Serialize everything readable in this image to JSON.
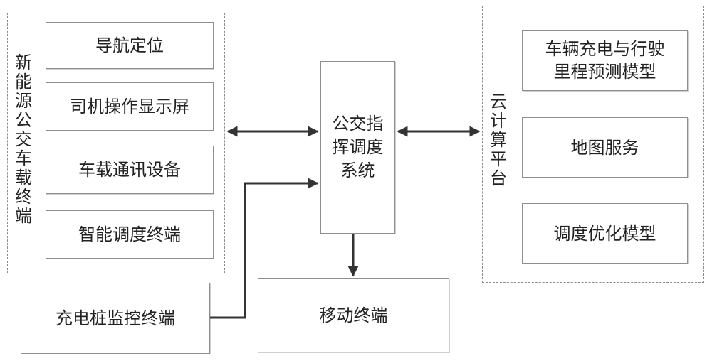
{
  "left_group": {
    "label": "新能源公交车载终端",
    "items": [
      "导航定位",
      "司机操作显示屏",
      "车载通讯设备",
      "智能调度终端"
    ]
  },
  "center": {
    "label": "公交指挥调度系统"
  },
  "right_group": {
    "label": "云计算平台",
    "items": [
      "车辆充电与行驶里程预测模型",
      "地图服务",
      "调度优化模型"
    ]
  },
  "charging_monitor": {
    "label": "充电桩监控终端"
  },
  "mobile_terminal": {
    "label": "移动终端"
  }
}
